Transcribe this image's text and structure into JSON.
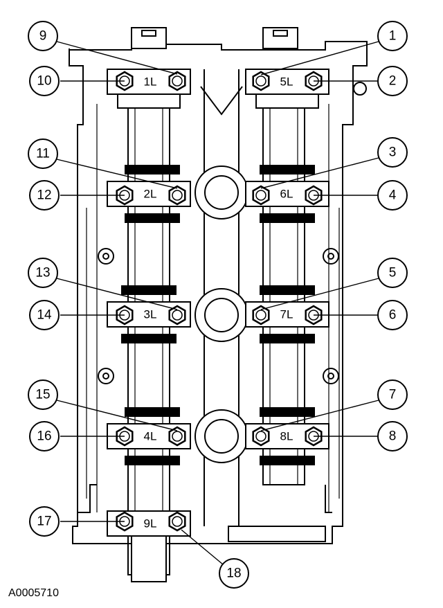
{
  "figure_code": "A0005710",
  "bearing_caps": [
    {
      "label": "1L"
    },
    {
      "label": "2L"
    },
    {
      "label": "3L"
    },
    {
      "label": "4L"
    },
    {
      "label": "5L"
    },
    {
      "label": "6L"
    },
    {
      "label": "7L"
    },
    {
      "label": "8L"
    },
    {
      "label": "9L"
    }
  ],
  "callouts": [
    {
      "number": "1"
    },
    {
      "number": "2"
    },
    {
      "number": "3"
    },
    {
      "number": "4"
    },
    {
      "number": "5"
    },
    {
      "number": "6"
    },
    {
      "number": "7"
    },
    {
      "number": "8"
    },
    {
      "number": "9"
    },
    {
      "number": "10"
    },
    {
      "number": "11"
    },
    {
      "number": "12"
    },
    {
      "number": "13"
    },
    {
      "number": "14"
    },
    {
      "number": "15"
    },
    {
      "number": "16"
    },
    {
      "number": "17"
    },
    {
      "number": "18"
    }
  ]
}
